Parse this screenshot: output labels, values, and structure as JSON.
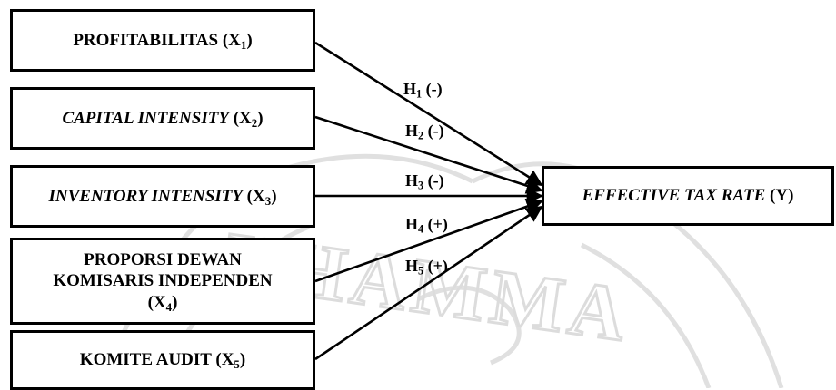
{
  "watermark": {
    "text": "UHAMMA",
    "color": "#dcdcdc"
  },
  "independent": [
    {
      "parts": [
        {
          "t": "PROFITABILITAS (X",
          "s": "b"
        },
        {
          "t": "1",
          "s": "sub"
        },
        {
          "t": ")",
          "s": "b"
        }
      ]
    },
    {
      "parts": [
        {
          "t": "CAPITAL INTENSITY",
          "s": "bi"
        },
        {
          "t": " (X",
          "s": "b"
        },
        {
          "t": "2",
          "s": "sub"
        },
        {
          "t": ")",
          "s": "b"
        }
      ]
    },
    {
      "parts": [
        {
          "t": "INVENTORY INTENSITY",
          "s": "bi"
        },
        {
          "t": " (X",
          "s": "b"
        },
        {
          "t": "3",
          "s": "sub"
        },
        {
          "t": ")",
          "s": "b"
        }
      ]
    },
    {
      "parts": [
        {
          "t": "PROPORSI DEWAN",
          "s": "b"
        },
        {
          "t": "",
          "s": "br"
        },
        {
          "t": "KOMISARIS INDEPENDEN",
          "s": "b"
        },
        {
          "t": "",
          "s": "br"
        },
        {
          "t": "(X",
          "s": "b"
        },
        {
          "t": "4",
          "s": "sub"
        },
        {
          "t": ")",
          "s": "b"
        }
      ]
    },
    {
      "parts": [
        {
          "t": "KOMITE AUDIT (X",
          "s": "b"
        },
        {
          "t": "5",
          "s": "sub"
        },
        {
          "t": ")",
          "s": "b"
        }
      ]
    }
  ],
  "dependent": {
    "parts": [
      {
        "t": "EFFECTIVE TAX RATE",
        "s": "bi"
      },
      {
        "t": " (Y)",
        "s": "b"
      }
    ]
  },
  "hypotheses": [
    {
      "letter": "H",
      "num": "1",
      "sign": "(-)"
    },
    {
      "letter": "H",
      "num": "2",
      "sign": "(-)"
    },
    {
      "letter": "H",
      "num": "3",
      "sign": "(-)"
    },
    {
      "letter": "H",
      "num": "4",
      "sign": "(+)"
    },
    {
      "letter": "H",
      "num": "5",
      "sign": "(+)"
    }
  ]
}
